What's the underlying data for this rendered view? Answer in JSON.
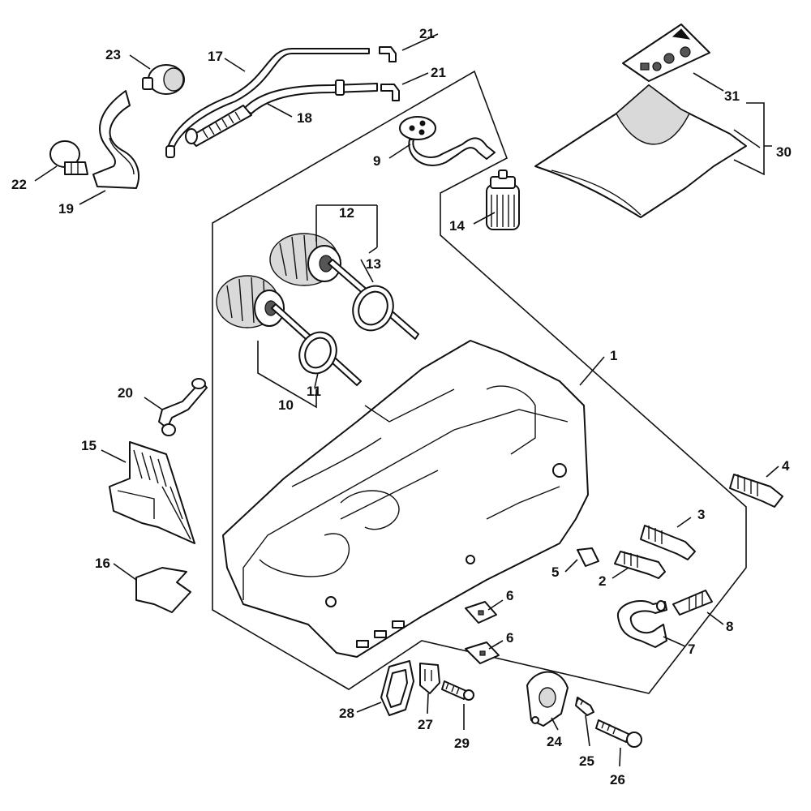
{
  "diagram": {
    "labels": {
      "l1": "1",
      "l2": "2",
      "l3": "3",
      "l4": "4",
      "l5": "5",
      "l6a": "6",
      "l6b": "6",
      "l7": "7",
      "l8": "8",
      "l9": "9",
      "l10": "10",
      "l11": "11",
      "l12": "12",
      "l13": "13",
      "l14": "14",
      "l15": "15",
      "l16": "16",
      "l17": "17",
      "l18": "18",
      "l19": "19",
      "l20": "20",
      "l21a": "21",
      "l21b": "21",
      "l22": "22",
      "l23": "23",
      "l24": "24",
      "l25": "25",
      "l26": "26",
      "l27": "27",
      "l28": "28",
      "l29": "29",
      "l30": "30",
      "l31": "31"
    }
  }
}
